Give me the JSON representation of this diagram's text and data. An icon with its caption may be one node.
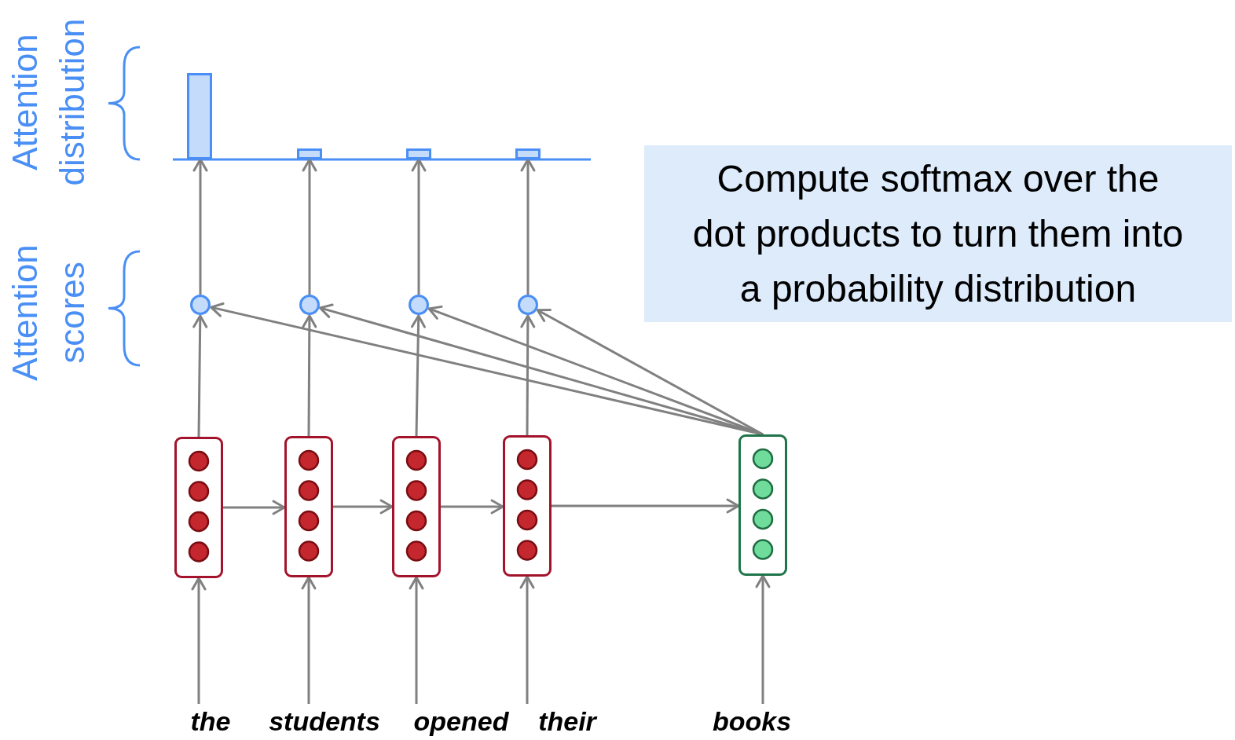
{
  "diagram": {
    "nodes": [
      {
        "text": [
          "the"
        ]
      },
      {
        "text": [
          "students"
        ]
      },
      {
        "text": [
          "opened"
        ]
      },
      {
        "text": [
          "their"
        ]
      },
      {
        "text": [
          "books"
        ]
      },
      {
        "text": [],
        "shape": "box"
      },
      {
        "text": [],
        "shape": "box"
      },
      {
        "text": [],
        "shape": "box"
      },
      {
        "text": [],
        "shape": "box"
      },
      {
        "text": [],
        "shape": "box"
      },
      {
        "text": [],
        "shape": "circle"
      },
      {
        "text": [],
        "shape": "circle"
      },
      {
        "text": [],
        "shape": "circle"
      },
      {
        "text": [],
        "shape": "circle"
      },
      {
        "text": [],
        "shape": "bar"
      },
      {
        "text": [],
        "shape": "bar"
      },
      {
        "text": [],
        "shape": "bar"
      },
      {
        "text": [],
        "shape": "bar"
      },
      {
        "text": [
          "Compute softmax over the dot products to turn them into a probability distribution"
        ]
      }
    ],
    "edges": [
      {
        "from": 0,
        "to": 5,
        "arrow": "to"
      },
      {
        "from": 1,
        "to": 6,
        "arrow": "to"
      },
      {
        "from": 2,
        "to": 7,
        "arrow": "to"
      },
      {
        "from": 3,
        "to": 8,
        "arrow": "to"
      },
      {
        "from": 4,
        "to": 9,
        "arrow": "to"
      },
      {
        "from": 5,
        "to": 6,
        "arrow": "to"
      },
      {
        "from": 6,
        "to": 7,
        "arrow": "to"
      },
      {
        "from": 7,
        "to": 8,
        "arrow": "to"
      },
      {
        "from": 8,
        "to": 9,
        "arrow": "to"
      },
      {
        "from": 5,
        "to": 10,
        "arrow": "to"
      },
      {
        "from": 6,
        "to": 11,
        "arrow": "to"
      },
      {
        "from": 7,
        "to": 12,
        "arrow": "to"
      },
      {
        "from": 8,
        "to": 13,
        "arrow": "to"
      },
      {
        "from": 9,
        "to": 10,
        "arrow": "to"
      },
      {
        "from": 9,
        "to": 11,
        "arrow": "to"
      },
      {
        "from": 9,
        "to": 12,
        "arrow": "to"
      },
      {
        "from": 9,
        "to": 13,
        "arrow": "to"
      },
      {
        "from": 10,
        "to": 14,
        "arrow": "to"
      },
      {
        "from": 11,
        "to": 15,
        "arrow": "to"
      },
      {
        "from": 12,
        "to": 16,
        "arrow": "to"
      },
      {
        "from": 13,
        "to": 17,
        "arrow": "to"
      }
    ],
    "labels": [
      "Attention distribution",
      "Attention scores"
    ]
  }
}
